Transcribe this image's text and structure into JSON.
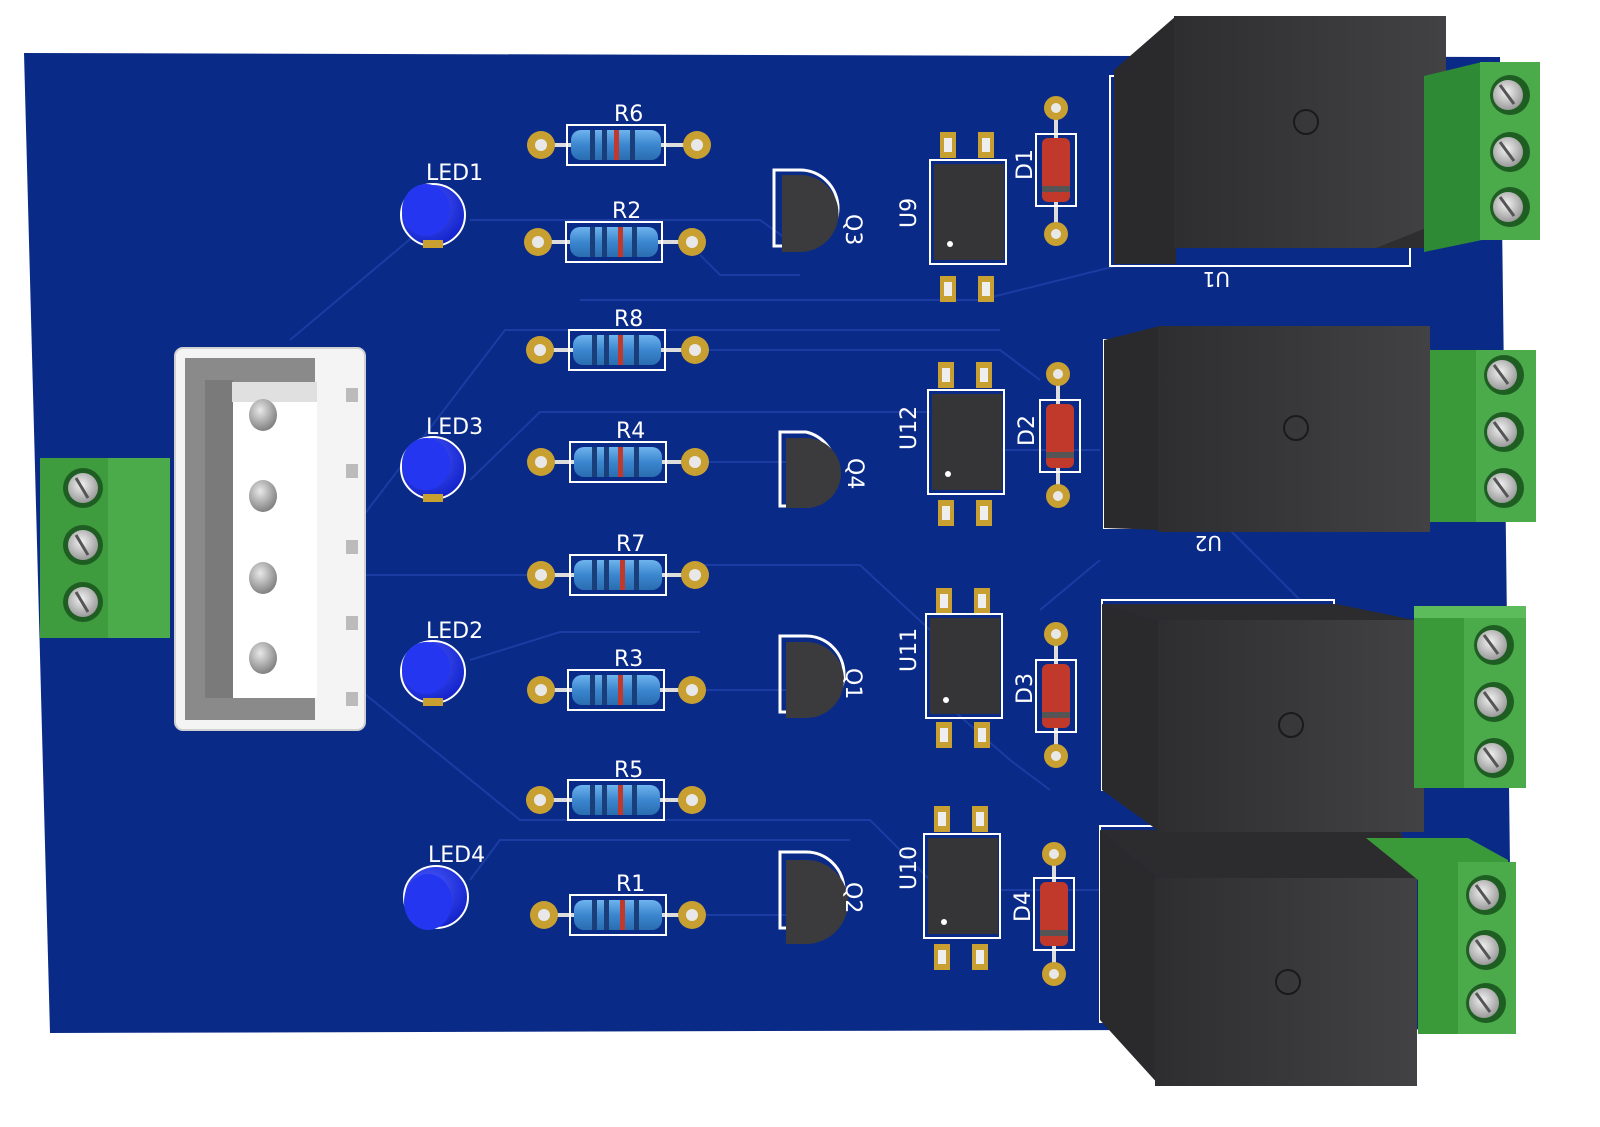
{
  "board": {
    "colors": {
      "substrate": "#0a2a88",
      "trace": "#1c3a9c",
      "silkscreen": "#ffffff",
      "pad_gold": "#c8a032",
      "terminal_green": "#3f9a3f",
      "relay_black": "#3b3b3d",
      "led_blue": "#1e2ee8",
      "resistor_body": "#3f8fd6",
      "diode_body": "#c0392b",
      "connector_white": "#f4f4f4"
    },
    "leds": [
      {
        "label": "LED1"
      },
      {
        "label": "LED3"
      },
      {
        "label": "LED2"
      },
      {
        "label": "LED4"
      }
    ],
    "resistors": [
      {
        "label": "R6"
      },
      {
        "label": "R2"
      },
      {
        "label": "R8"
      },
      {
        "label": "R4"
      },
      {
        "label": "R7"
      },
      {
        "label": "R3"
      },
      {
        "label": "R5"
      },
      {
        "label": "R1"
      }
    ],
    "transistors": [
      {
        "label": "Q3"
      },
      {
        "label": "Q4"
      },
      {
        "label": "Q1"
      },
      {
        "label": "Q2"
      }
    ],
    "optocouplers": [
      {
        "label": "U9"
      },
      {
        "label": "U12"
      },
      {
        "label": "U11"
      },
      {
        "label": "U10"
      }
    ],
    "diodes": [
      {
        "label": "D1"
      },
      {
        "label": "D2"
      },
      {
        "label": "D3"
      },
      {
        "label": "D4"
      }
    ],
    "relays": [
      {
        "label": "U1"
      },
      {
        "label": "U2"
      }
    ]
  }
}
